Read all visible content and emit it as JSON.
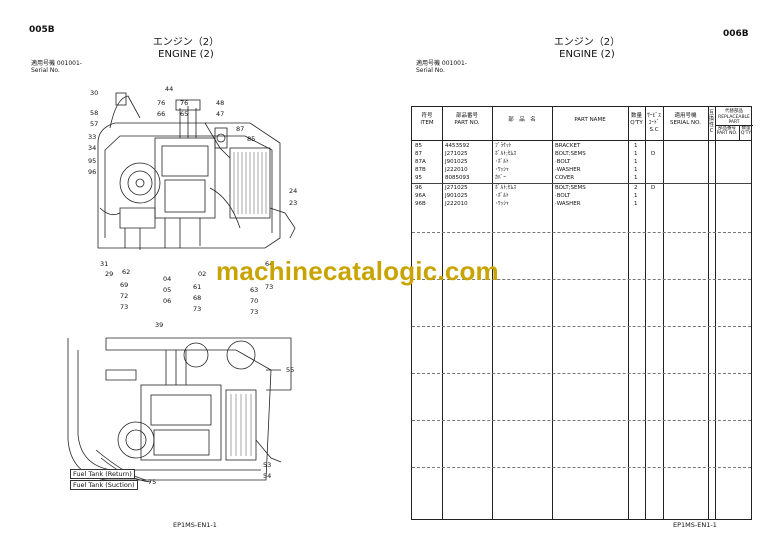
{
  "left_page": {
    "code": "005B",
    "title_jp": "エンジン（2）",
    "title_en": "ENGINE (2)",
    "serial_jp": "適用号機  001001-",
    "serial_en": "Serial No.",
    "upper_callouts": [
      "30",
      "44",
      "76",
      "76",
      "66",
      "65",
      "48",
      "47",
      "58",
      "57",
      "87",
      "85",
      "33",
      "34",
      "95",
      "96",
      "24",
      "23",
      "31",
      "62",
      "29",
      "69",
      "72",
      "73",
      "04",
      "05",
      "06",
      "61",
      "68",
      "73",
      "02",
      "64",
      "73",
      "63",
      "70",
      "73"
    ],
    "lower_callouts": [
      "39",
      "55",
      "53",
      "54",
      "75"
    ],
    "fuel_tank_return": "Fuel Tank (Return)",
    "fuel_tank_suction": "Fuel Tank (Suction)",
    "footer": "EP1MS-EN1-1"
  },
  "right_page": {
    "code": "006B",
    "title_jp": "エンジン（2）",
    "title_en": "ENGINE (2)",
    "serial_jp": "適用号機  001001-",
    "serial_en": "Serial No.",
    "footer": "EP1MS-EN1-1",
    "headers": {
      "item_jp": "符号",
      "item_en": "ITEM",
      "partno_jp": "部品番号",
      "partno_en": "PART NO.",
      "name_jp": "部　品　名",
      "name_en": "PART NAME",
      "qty_jp": "数量",
      "qty_en": "Q'TY",
      "sc_jp": "ｻｰﾋﾞｽ ｺｰﾄﾞ",
      "sc_en": "S.C",
      "serial_jp": "適用号機",
      "serial_en": "SERIAL NO.",
      "compat_jp": "互換性",
      "compat_en": "C",
      "replaceable_jp": "代替部品",
      "replaceable_en": "REPLACEABLE PART",
      "rep_partno_jp": "部品番号",
      "rep_qty_jp": "数量",
      "rep_partno_en": "PART NO.",
      "rep_qty_en": "Q'TY"
    },
    "rows": [
      {
        "item": "85",
        "part_no": "4453592",
        "name_jp": "ﾌﾞﾗｹｯﾄ",
        "name_en": "BRACKET",
        "qty": "1",
        "sc": ""
      },
      {
        "item": "87",
        "part_no": "J271025",
        "name_jp": "ﾎﾞﾙﾄ;ｾﾑｽ",
        "name_en": "BOLT;SEMS",
        "qty": "1",
        "sc": "D"
      },
      {
        "item": "87A",
        "part_no": "J901025",
        "name_jp": "･ﾎﾞﾙﾄ",
        "name_en": "·BOLT",
        "qty": "1",
        "sc": ""
      },
      {
        "item": "87B",
        "part_no": "J222010",
        "name_jp": "･ﾜｯｼｬ",
        "name_en": "·WASHER",
        "qty": "1",
        "sc": ""
      },
      {
        "item": "95",
        "part_no": "8085093",
        "name_jp": "ｶﾊﾞｰ",
        "name_en": "COVER",
        "qty": "1",
        "sc": ""
      },
      {
        "item": "96",
        "part_no": "J271025",
        "name_jp": "ﾎﾞﾙﾄ;ｾﾑｽ",
        "name_en": "BOLT;SEMS",
        "qty": "2",
        "sc": "D"
      },
      {
        "item": "96A",
        "part_no": "J901025",
        "name_jp": "･ﾎﾞﾙﾄ",
        "name_en": "·BOLT",
        "qty": "1",
        "sc": ""
      },
      {
        "item": "96B",
        "part_no": "J222010",
        "name_jp": "･ﾜｯｼｬ",
        "name_en": "·WASHER",
        "qty": "1",
        "sc": ""
      }
    ]
  },
  "watermark": "machinecatalogic.com"
}
